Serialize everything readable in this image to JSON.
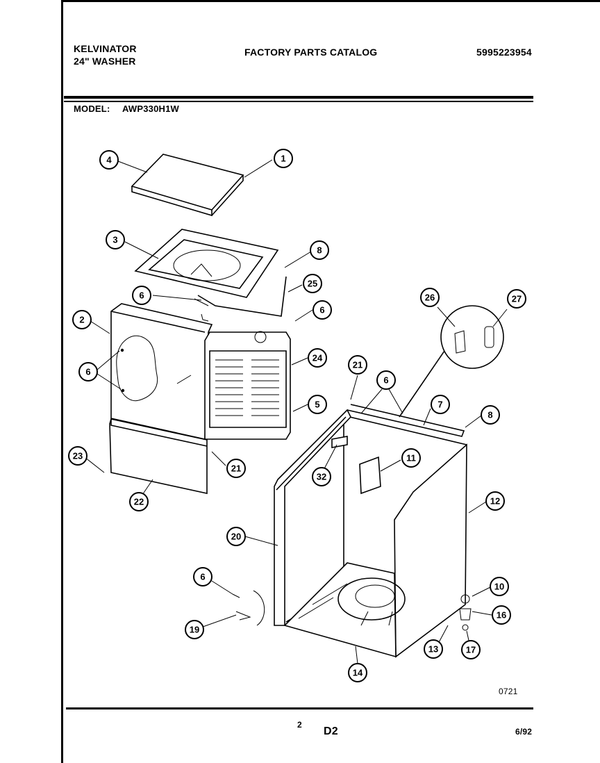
{
  "header": {
    "brand": "KELVINATOR",
    "product": "24\" WASHER",
    "catalog_title": "FACTORY PARTS CATALOG",
    "catalog_number": "5995223954",
    "model_label": "MODEL:",
    "model_number": "AWP330H1W"
  },
  "diagram": {
    "callouts": [
      "1",
      "2",
      "3",
      "4",
      "5",
      "6",
      "7",
      "8",
      "10",
      "11",
      "12",
      "13",
      "14",
      "16",
      "17",
      "19",
      "20",
      "21",
      "22",
      "23",
      "24",
      "25",
      "26",
      "27",
      "32"
    ]
  },
  "footer": {
    "figure_code": "0721",
    "page_number": "2",
    "section": "D2",
    "date": "6/92"
  }
}
